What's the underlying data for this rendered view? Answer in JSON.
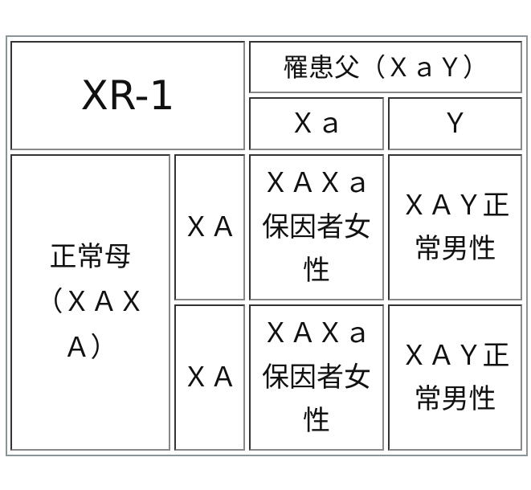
{
  "title": "XR-1",
  "father": "罹患父（ＸａＹ）",
  "father_alleles": [
    "Ｘａ",
    "Ｙ"
  ],
  "mother": "正常母（ＸＡＸＡ）",
  "mother_alleles": [
    "ＸＡ",
    "ＸＡ"
  ],
  "cells": [
    [
      "ＸＡＸａ保因者女性",
      "ＸＡＹ正常男性"
    ],
    [
      "ＸＡＸａ保因者女性",
      "ＸＡＹ正常男性"
    ]
  ]
}
